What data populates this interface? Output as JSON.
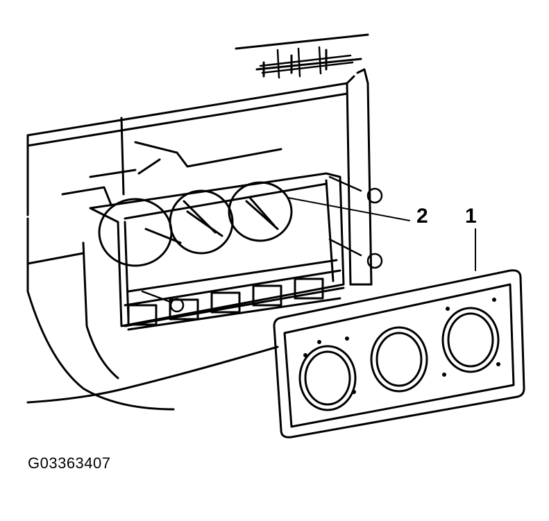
{
  "callouts": [
    {
      "label": "1",
      "part": "bezel"
    },
    {
      "label": "2",
      "part": "control-assembly"
    }
  ],
  "figure_id": "G03363407",
  "colors": {
    "ink": "#000000",
    "paper": "#ffffff"
  }
}
